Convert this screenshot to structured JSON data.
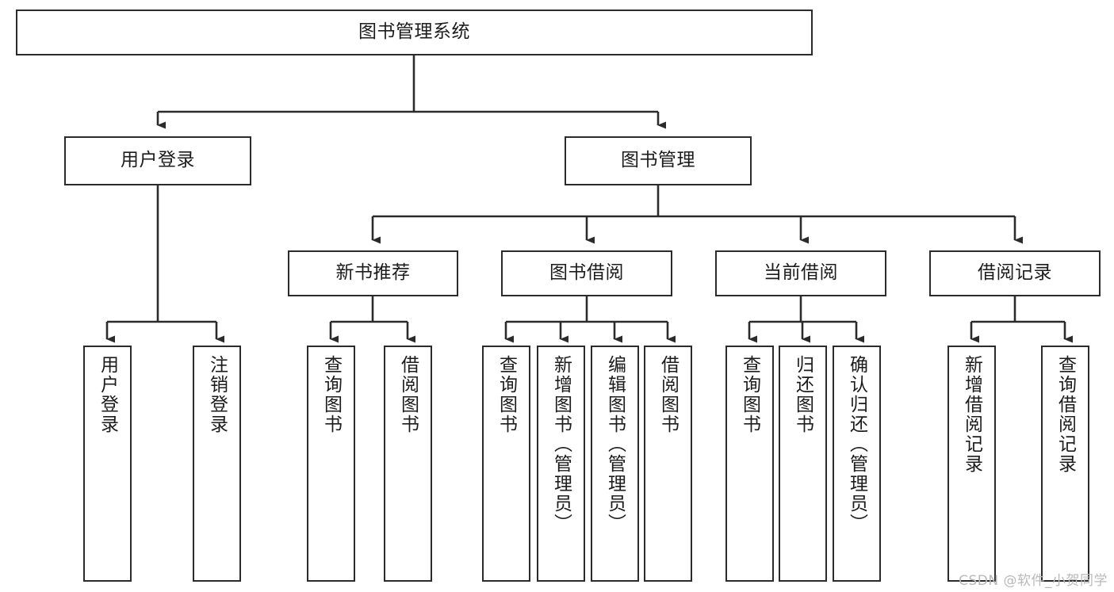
{
  "diagram": {
    "type": "tree-hierarchy-chart",
    "title": "图书管理系统",
    "watermark": "CSDN @软件_小贺同学",
    "colors": {
      "box_border": "#2b2b2b",
      "box_fill": "#ffffff",
      "line": "#2b2b2b",
      "text": "#1c1c1c",
      "watermark": "#b9b9b9"
    },
    "levels": [
      {
        "level": 1,
        "nodes": [
          {
            "id": "root",
            "label": "图书管理系统",
            "orientation": "horizontal"
          }
        ]
      },
      {
        "level": 2,
        "nodes": [
          {
            "id": "user-login",
            "label": "用户登录",
            "orientation": "horizontal",
            "parent": "root"
          },
          {
            "id": "book-manage",
            "label": "图书管理",
            "orientation": "horizontal",
            "parent": "root"
          }
        ]
      },
      {
        "level": 3,
        "nodes": [
          {
            "id": "new-book-rec",
            "label": "新书推荐",
            "orientation": "horizontal",
            "parent": "book-manage"
          },
          {
            "id": "book-borrow",
            "label": "图书借阅",
            "orientation": "horizontal",
            "parent": "book-manage"
          },
          {
            "id": "current-borrow",
            "label": "当前借阅",
            "orientation": "horizontal",
            "parent": "book-manage"
          },
          {
            "id": "borrow-record",
            "label": "借阅记录",
            "orientation": "horizontal",
            "parent": "book-manage"
          }
        ]
      },
      {
        "level": 4,
        "nodes": [
          {
            "id": "leaf-user-login",
            "label": "用户登录",
            "orientation": "vertical",
            "parent": "user-login"
          },
          {
            "id": "leaf-logout",
            "label": "注销登录",
            "orientation": "vertical",
            "parent": "user-login"
          },
          {
            "id": "leaf-query-book-1",
            "label": "查询图书",
            "orientation": "vertical",
            "parent": "new-book-rec"
          },
          {
            "id": "leaf-borrow-book-1",
            "label": "借阅图书",
            "orientation": "vertical",
            "parent": "new-book-rec"
          },
          {
            "id": "leaf-query-book-2",
            "label": "查询图书",
            "orientation": "vertical",
            "parent": "book-borrow"
          },
          {
            "id": "leaf-add-book",
            "label": "新增图书（管理员）",
            "orientation": "vertical",
            "parent": "book-borrow"
          },
          {
            "id": "leaf-edit-book",
            "label": "编辑图书（管理员）",
            "orientation": "vertical",
            "parent": "book-borrow"
          },
          {
            "id": "leaf-borrow-book-2",
            "label": "借阅图书",
            "orientation": "vertical",
            "parent": "book-borrow"
          },
          {
            "id": "leaf-query-book-3",
            "label": "查询图书",
            "orientation": "vertical",
            "parent": "current-borrow"
          },
          {
            "id": "leaf-return-book",
            "label": "归还图书",
            "orientation": "vertical",
            "parent": "current-borrow"
          },
          {
            "id": "leaf-confirm-return",
            "label": "确认归还（管理员）",
            "orientation": "vertical",
            "parent": "current-borrow"
          },
          {
            "id": "leaf-add-record",
            "label": "新增借阅记录",
            "orientation": "vertical",
            "parent": "borrow-record"
          },
          {
            "id": "leaf-query-record",
            "label": "查询借阅记录",
            "orientation": "vertical",
            "parent": "borrow-record"
          }
        ]
      }
    ]
  }
}
